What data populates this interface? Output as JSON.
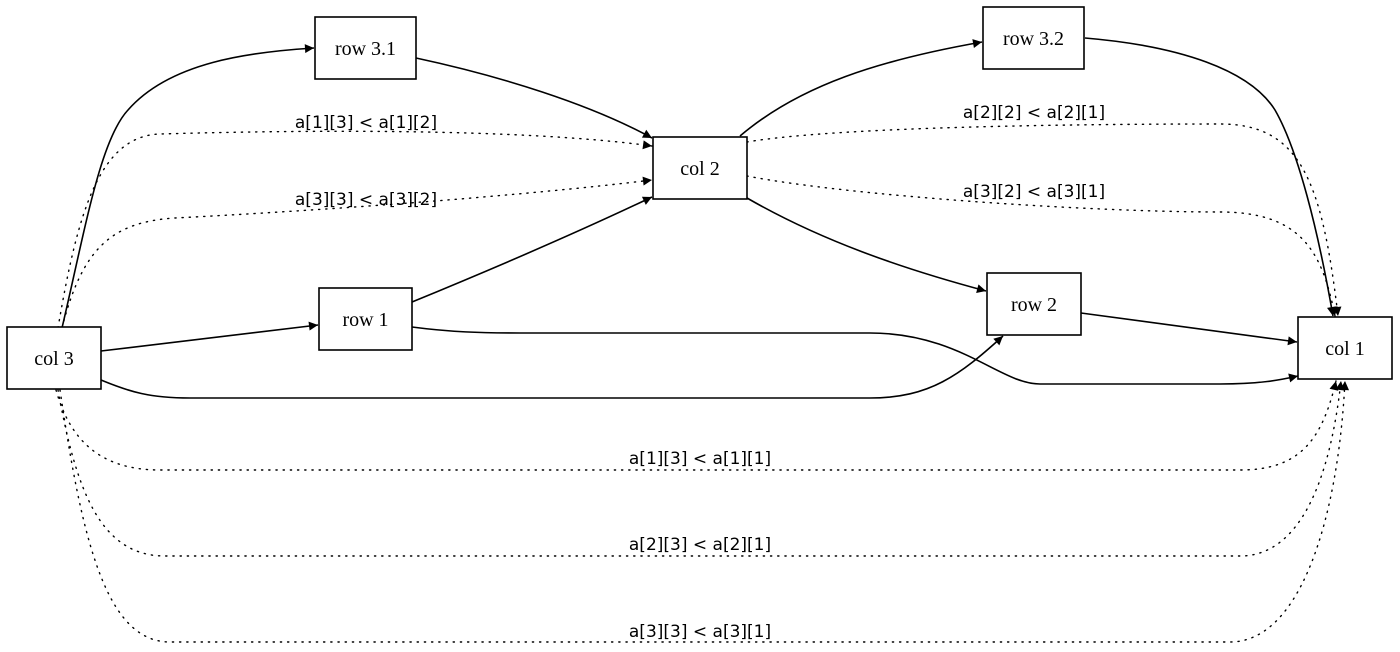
{
  "graph": {
    "nodes": {
      "row_3_1": "row 3.1",
      "row_3_2": "row 3.2",
      "col_2": "col 2",
      "row_1": "row 1",
      "row_2": "row 2",
      "col_3": "col 3",
      "col_1": "col 1"
    },
    "edges": {
      "e_col3_col2_a": "a[1][3] < a[1][2]",
      "e_col3_col2_b": "a[3][3] < a[3][2]",
      "e_col2_col1_a": "a[2][2] < a[2][1]",
      "e_col2_col1_b": "a[3][2] < a[3][1]",
      "e_col3_col1_a": "a[1][3] < a[1][1]",
      "e_col3_col1_b": "a[2][3] < a[2][1]",
      "e_col3_col1_c": "a[3][3] < a[3][1]"
    }
  }
}
